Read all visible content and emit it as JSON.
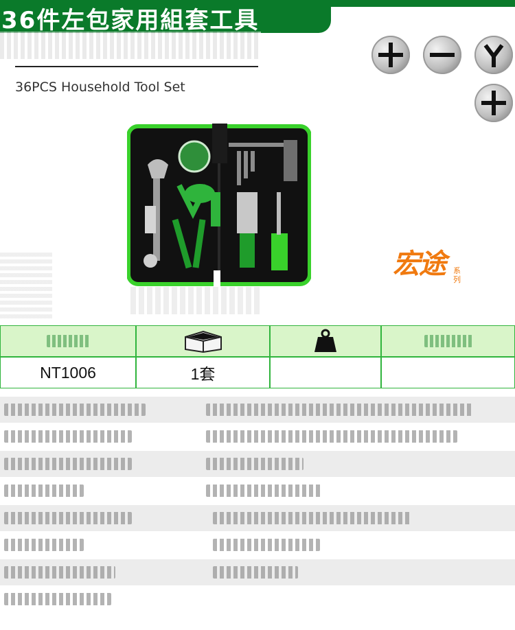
{
  "header": {
    "title_cn": "36件左包家用組套工具",
    "title_en": "36PCS Household Tool Set"
  },
  "colors": {
    "header_green": "#0a7a2a",
    "table_border": "#2fb43c",
    "table_head_bg": "#d9f5c9",
    "row_shade": "#ececec",
    "brand_orange": "#f07a10",
    "bag_accent": "#39d12b"
  },
  "bit_icons": [
    "phillips-bit-icon",
    "slotted-bit-icon",
    "y-bit-icon",
    "cross-bit-icon"
  ],
  "brand": {
    "name": "宏途",
    "series": "系列"
  },
  "spec_table": {
    "header_icons": [
      "box-icon",
      "weight-icon"
    ],
    "model": "NT1006",
    "quantity": "1套",
    "col3_value": "",
    "col4_value": ""
  }
}
